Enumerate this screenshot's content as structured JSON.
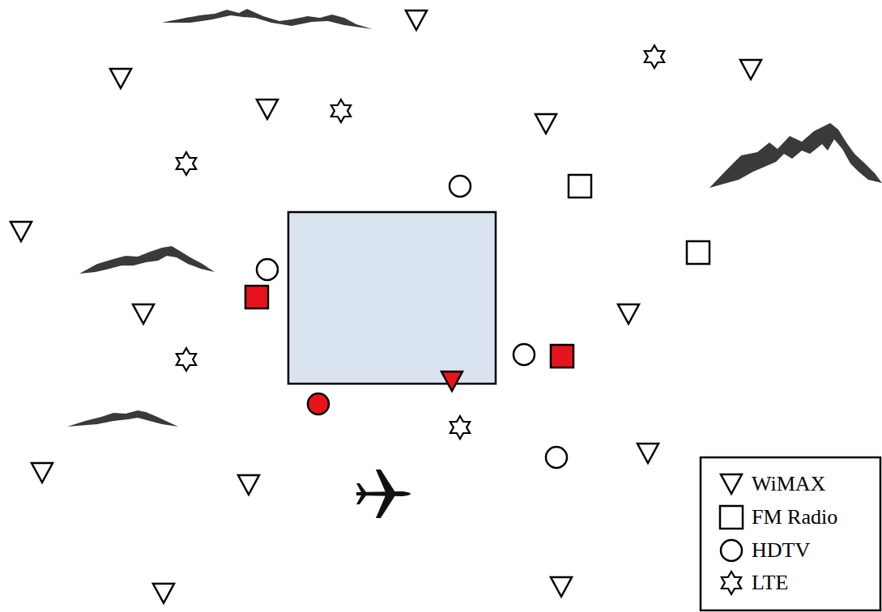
{
  "diagram": {
    "legend": [
      {
        "text": "WiMAX"
      },
      {
        "text": "FM Radio"
      },
      {
        "text": "HDTV"
      },
      {
        "text": "LTE"
      }
    ]
  }
}
